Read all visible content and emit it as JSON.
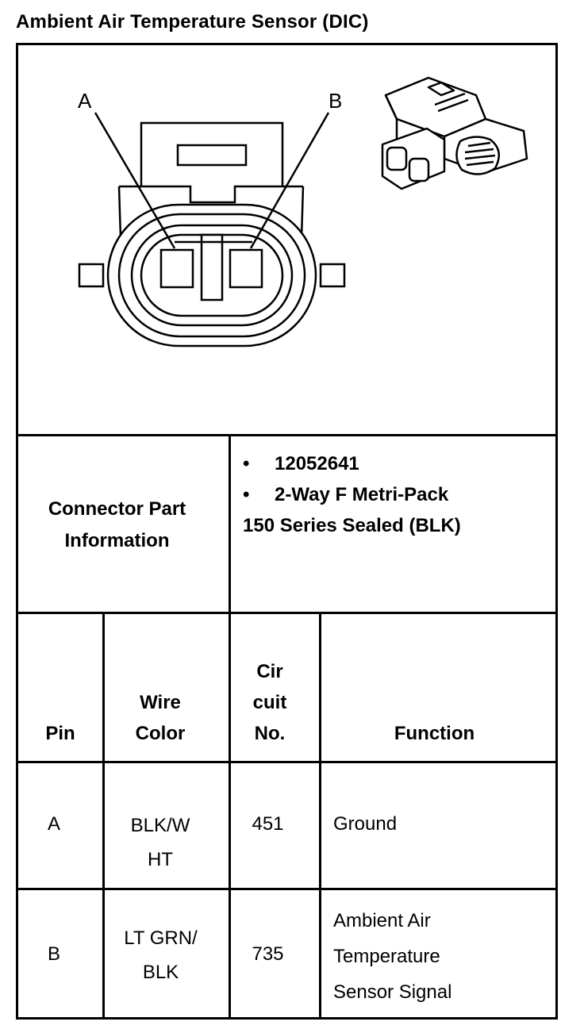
{
  "title": "Ambient Air Temperature Sensor (DIC)",
  "diagram": {
    "pin_a_label": "A",
    "pin_b_label": "B"
  },
  "connector_info": {
    "label": "Connector Part Information",
    "part_number": "12052641",
    "type": "2-Way F Metri-Pack",
    "series": "150 Series Sealed (BLK)",
    "bullet": "•"
  },
  "table": {
    "headers": {
      "pin": "Pin",
      "wire_color": "Wire Color",
      "circuit_no": "Cir cuit No.",
      "function": "Function"
    },
    "rows": [
      {
        "pin": "A",
        "wire_color": "BLK/W HT",
        "circuit": "451",
        "function": "Ground"
      },
      {
        "pin": "B",
        "wire_color": "LT GRN/ BLK",
        "circuit": "735",
        "function": "Ambient Air Temperature Sensor Signal"
      }
    ]
  }
}
